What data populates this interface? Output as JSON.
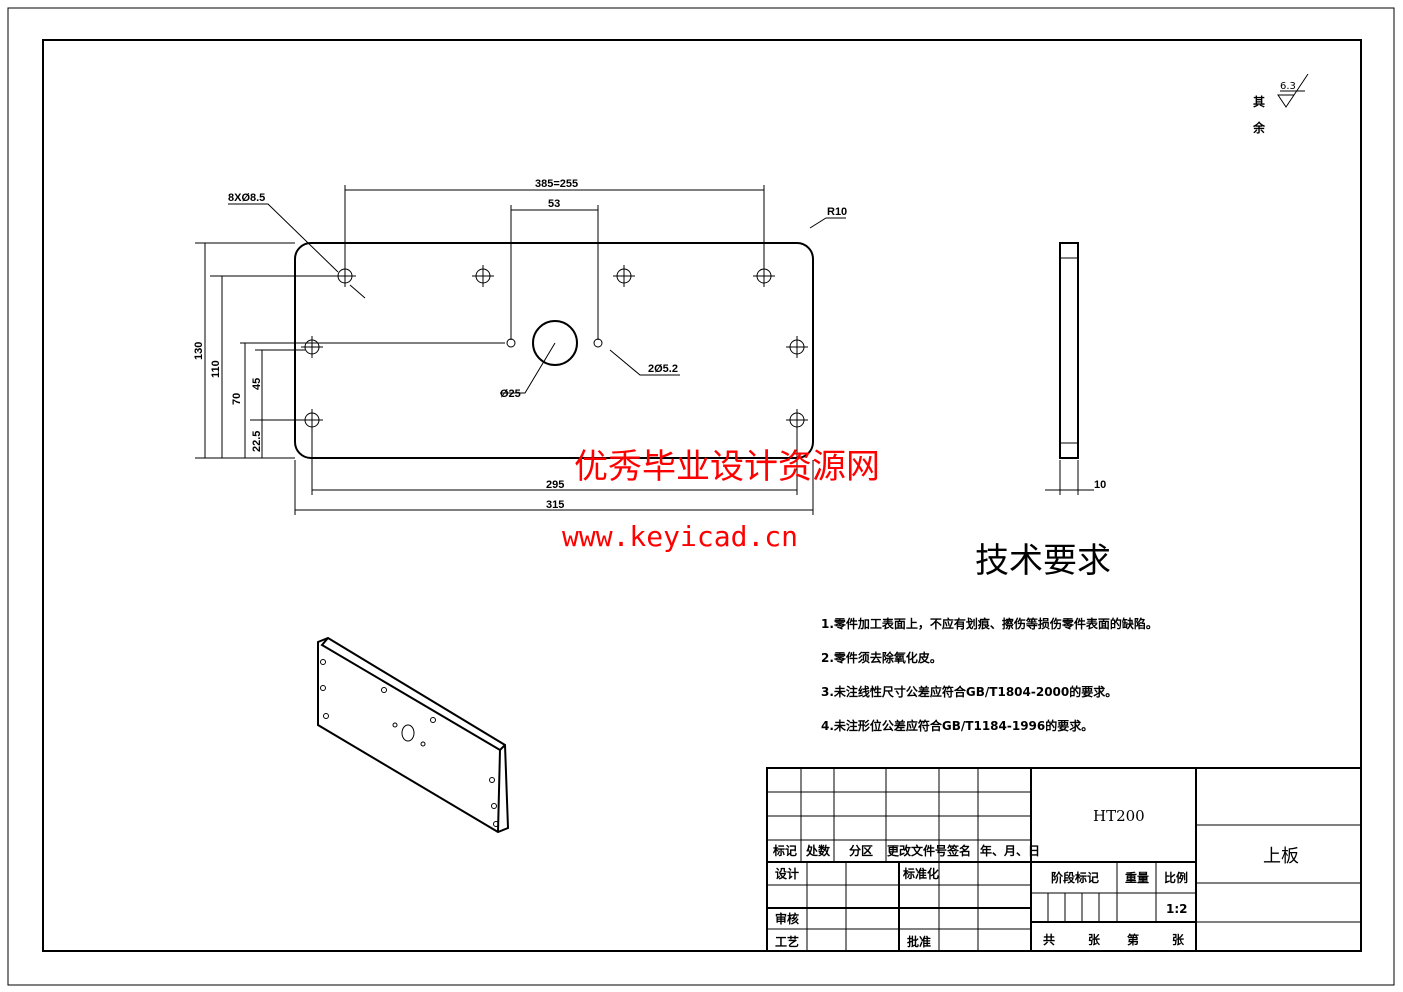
{
  "dimensions": {
    "holes": "8XØ8.5",
    "span": "385=255",
    "center_span": "53",
    "radius": "R10",
    "small_holes": "2Ø5.2",
    "big_hole": "Ø25",
    "h130": "130",
    "h110": "110",
    "h70": "70",
    "h45": "45",
    "h22": "22.5",
    "w295": "295",
    "w315": "315",
    "thickness": "10"
  },
  "roughness": {
    "value": "6.3",
    "label1": "其",
    "label2": "余"
  },
  "watermark": {
    "line1": "优秀毕业设计资源网",
    "line2": "www.keyicad.cn",
    "color": "#ff0000"
  },
  "tech": {
    "title": "技术要求",
    "items": [
      "1.零件加工表面上，不应有划痕、擦伤等损伤零件表面的缺陷。",
      "2.零件须去除氧化皮。",
      "3.未注线性尺寸公差应符合GB/T1804-2000的要求。",
      "4.未注形位公差应符合GB/T1184-1996的要求。"
    ]
  },
  "title_block": {
    "headers": [
      "标记",
      "处数",
      "分区",
      "更改文件号",
      "签名",
      "年、月、日"
    ],
    "design": "设计",
    "standard": "标准化",
    "review": "审核",
    "process": "工艺",
    "approve": "批准",
    "material": "HT200",
    "stage": "阶段标记",
    "weight": "重量",
    "scale_label": "比例",
    "scale": "1:2",
    "sheets": [
      "共",
      "张",
      "第",
      "张"
    ],
    "part_name": "上板"
  }
}
